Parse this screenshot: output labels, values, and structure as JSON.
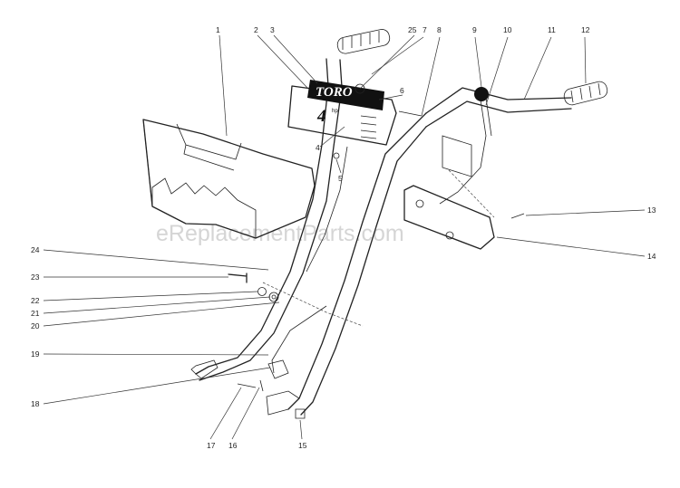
{
  "watermark": "eReplacementParts.com",
  "decal": {
    "brand": "TORO",
    "hp": "4",
    "hp_suffix": "hp"
  },
  "callouts": [
    "1",
    "2",
    "3",
    "25",
    "7",
    "8",
    "9",
    "10",
    "11",
    "12",
    "6",
    "4",
    "5",
    "13",
    "14",
    "24",
    "23",
    "22",
    "21",
    "20",
    "19",
    "18",
    "17",
    "16",
    "15"
  ]
}
